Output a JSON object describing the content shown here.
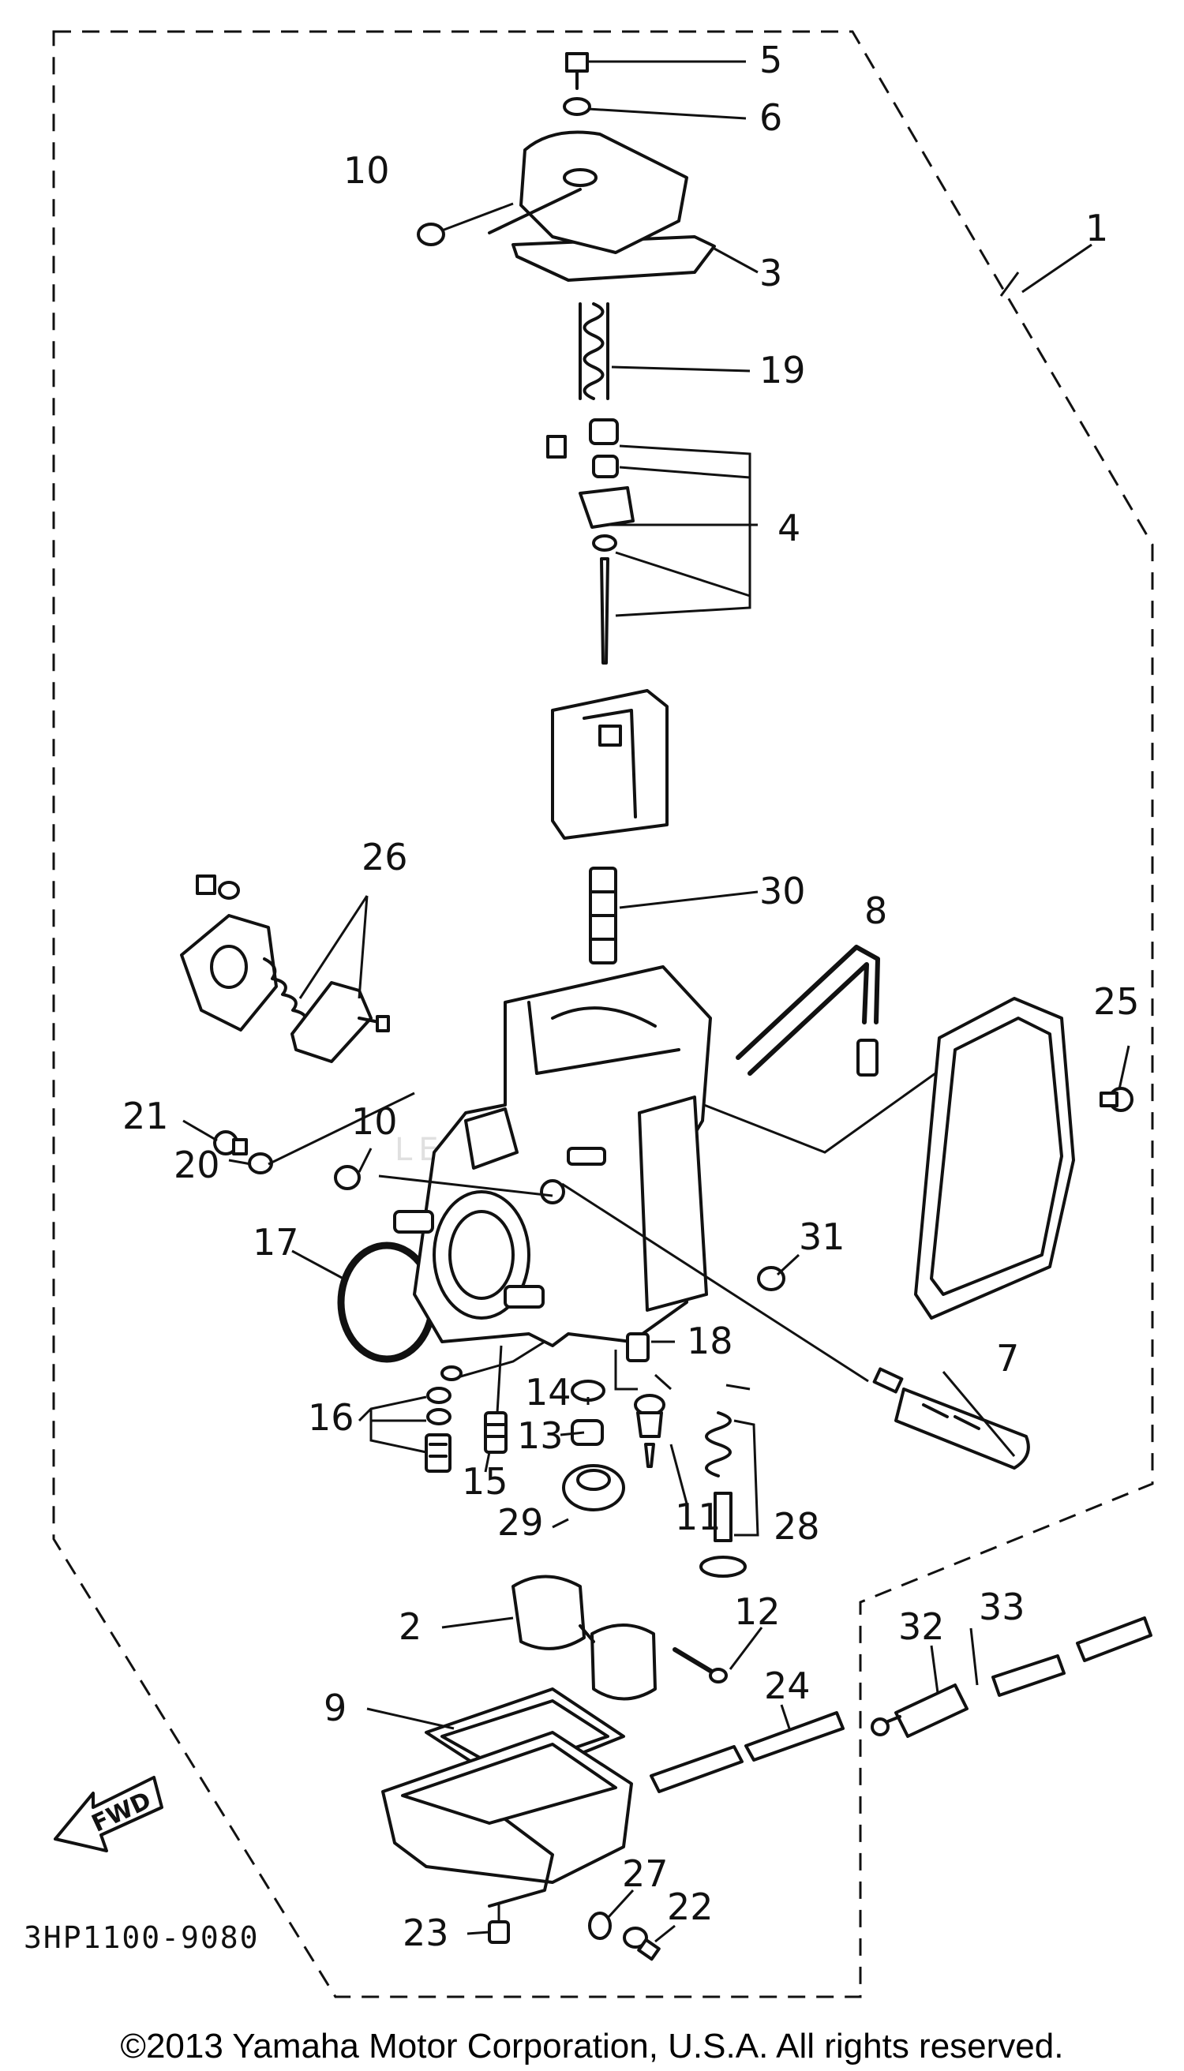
{
  "diagram": {
    "code": "3HP1100-9080",
    "fwd_label": "FWD",
    "watermark": "LEADVENTURE",
    "callouts": {
      "c1": "1",
      "c2": "2",
      "c3": "3",
      "c4": "4",
      "c5": "5",
      "c6": "6",
      "c7": "7",
      "c8": "8",
      "c9": "9",
      "c10a": "10",
      "c10b": "10",
      "c11": "11",
      "c12": "12",
      "c13": "13",
      "c14": "14",
      "c15": "15",
      "c16": "16",
      "c17": "17",
      "c18": "18",
      "c19": "19",
      "c20": "20",
      "c21": "21",
      "c22": "22",
      "c23": "23",
      "c24": "24",
      "c25": "25",
      "c26": "26",
      "c27": "27",
      "c28": "28",
      "c29": "29",
      "c30": "30",
      "c31": "31",
      "c32": "32",
      "c33": "33"
    }
  },
  "footer": {
    "copyright": "©2013 Yamaha Motor Corporation, U.S.A. All rights reserved."
  }
}
